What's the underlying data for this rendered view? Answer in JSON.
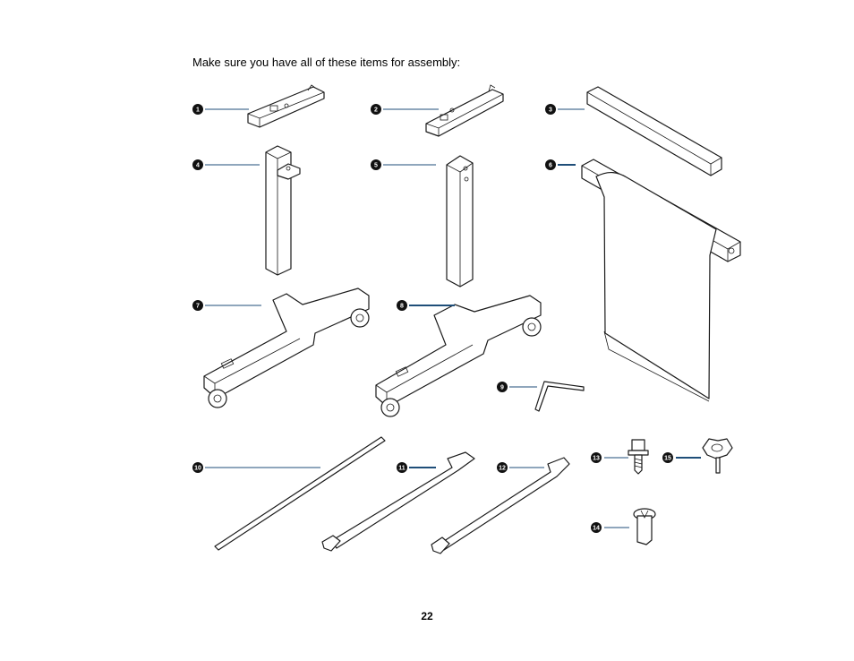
{
  "intro_text": "Make sure you have all of these items for assembly:",
  "page_number": "22",
  "callouts": [
    "1",
    "2",
    "3",
    "4",
    "5",
    "6",
    "7",
    "8",
    "9",
    "10",
    "11",
    "12",
    "13",
    "14",
    "15"
  ],
  "colors": {
    "leader": "#1f4e79",
    "badge": "#111111"
  }
}
